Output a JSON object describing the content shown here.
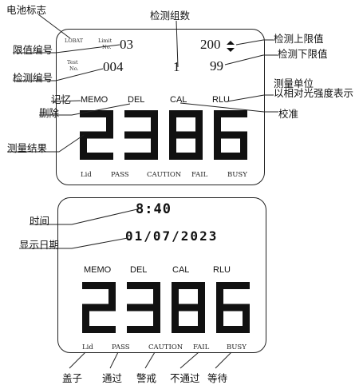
{
  "callouts": {
    "battery": "电池标志",
    "group_count": "检测组数",
    "limit_no": "限值编号",
    "test_no": "检测编号",
    "upper_limit": "检测上限值",
    "lower_limit": "检测下限值",
    "unit_line1": "测量单位",
    "unit_line2": "以相对光强度表示",
    "memory": "记忆",
    "delete": "删除",
    "calibrate": "校准",
    "result": "测量结果",
    "time": "时间",
    "date": "显示日期",
    "lid": "盖子",
    "pass": "通过",
    "caution": "警戒",
    "fail": "不通过",
    "busy": "等待"
  },
  "display1": {
    "lobat": "LOBAT",
    "limit_label_1": "Limit",
    "limit_label_2": "No.",
    "limit_value": "03",
    "test_label_1": "Test",
    "test_label_2": "No.",
    "test_value": "004",
    "group_value": "1",
    "upper_value": "200",
    "lower_value": "99",
    "modes": [
      "MEMO",
      "DEL",
      "CAL",
      "RLU"
    ],
    "reading": "2386",
    "status": [
      "Lid",
      "PASS",
      "CAUTION",
      "FAIL",
      "BUSY"
    ]
  },
  "display2": {
    "time": "8:40",
    "date": "01/07/2023",
    "modes": [
      "MEMO",
      "DEL",
      "CAL",
      "RLU"
    ],
    "reading": "2386",
    "status": [
      "Lid",
      "PASS",
      "CAUTION",
      "FAIL",
      "BUSY"
    ]
  }
}
